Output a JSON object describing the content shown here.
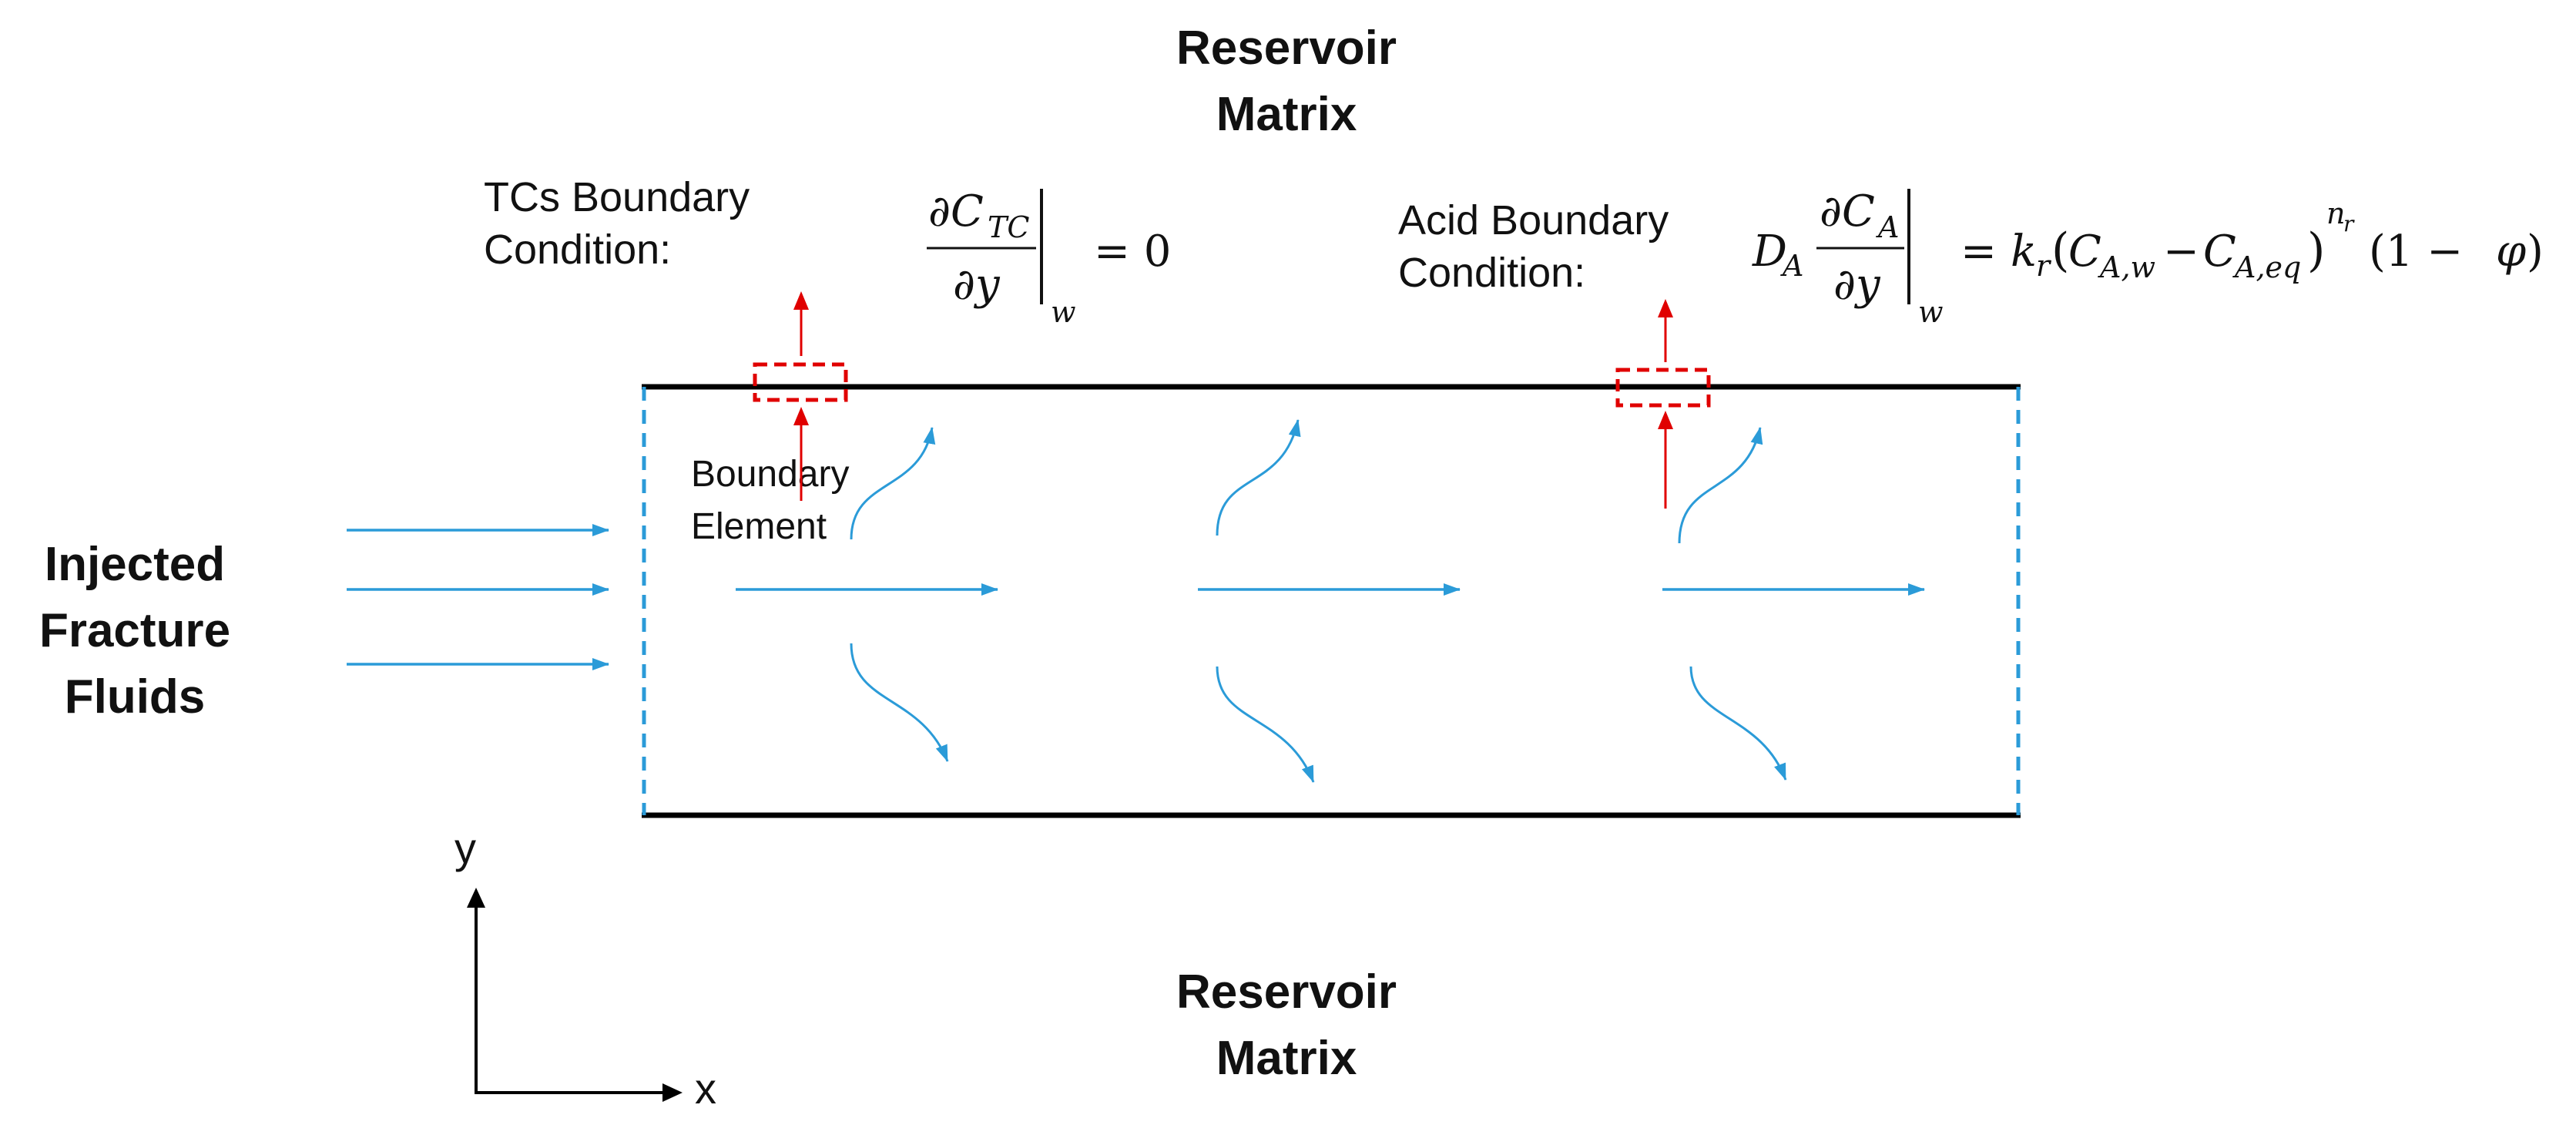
{
  "labels": {
    "reservoir_top_line1": "Reservoir",
    "reservoir_top_line2": "Matrix",
    "reservoir_bottom_line1": "Reservoir",
    "reservoir_bottom_line2": "Matrix",
    "injected_line1": "Injected",
    "injected_line2": "Fracture",
    "injected_line3": "Fluids",
    "tcs_bc_line1": "TCs Boundary",
    "tcs_bc_line2": "Condition:",
    "acid_bc_line1": "Acid Boundary",
    "acid_bc_line2": "Condition:",
    "boundary_element_line1": "Boundary",
    "boundary_element_line2": "Element",
    "axis_x": "x",
    "axis_y": "y"
  },
  "equations": {
    "tcs": "∂C_TC/∂y |_w = 0",
    "acid": "D_A ∂C_A/∂y |_w = k_r (C_A,w − C_A,eq)^n_r (1 − φ)"
  },
  "colors": {
    "flow_arrow": "#2b9bd8",
    "boundary_arrow": "#e00000",
    "wall": "#000000",
    "dashed_boundary": "#2b9bd8",
    "boundary_element_box": "#e00000"
  }
}
